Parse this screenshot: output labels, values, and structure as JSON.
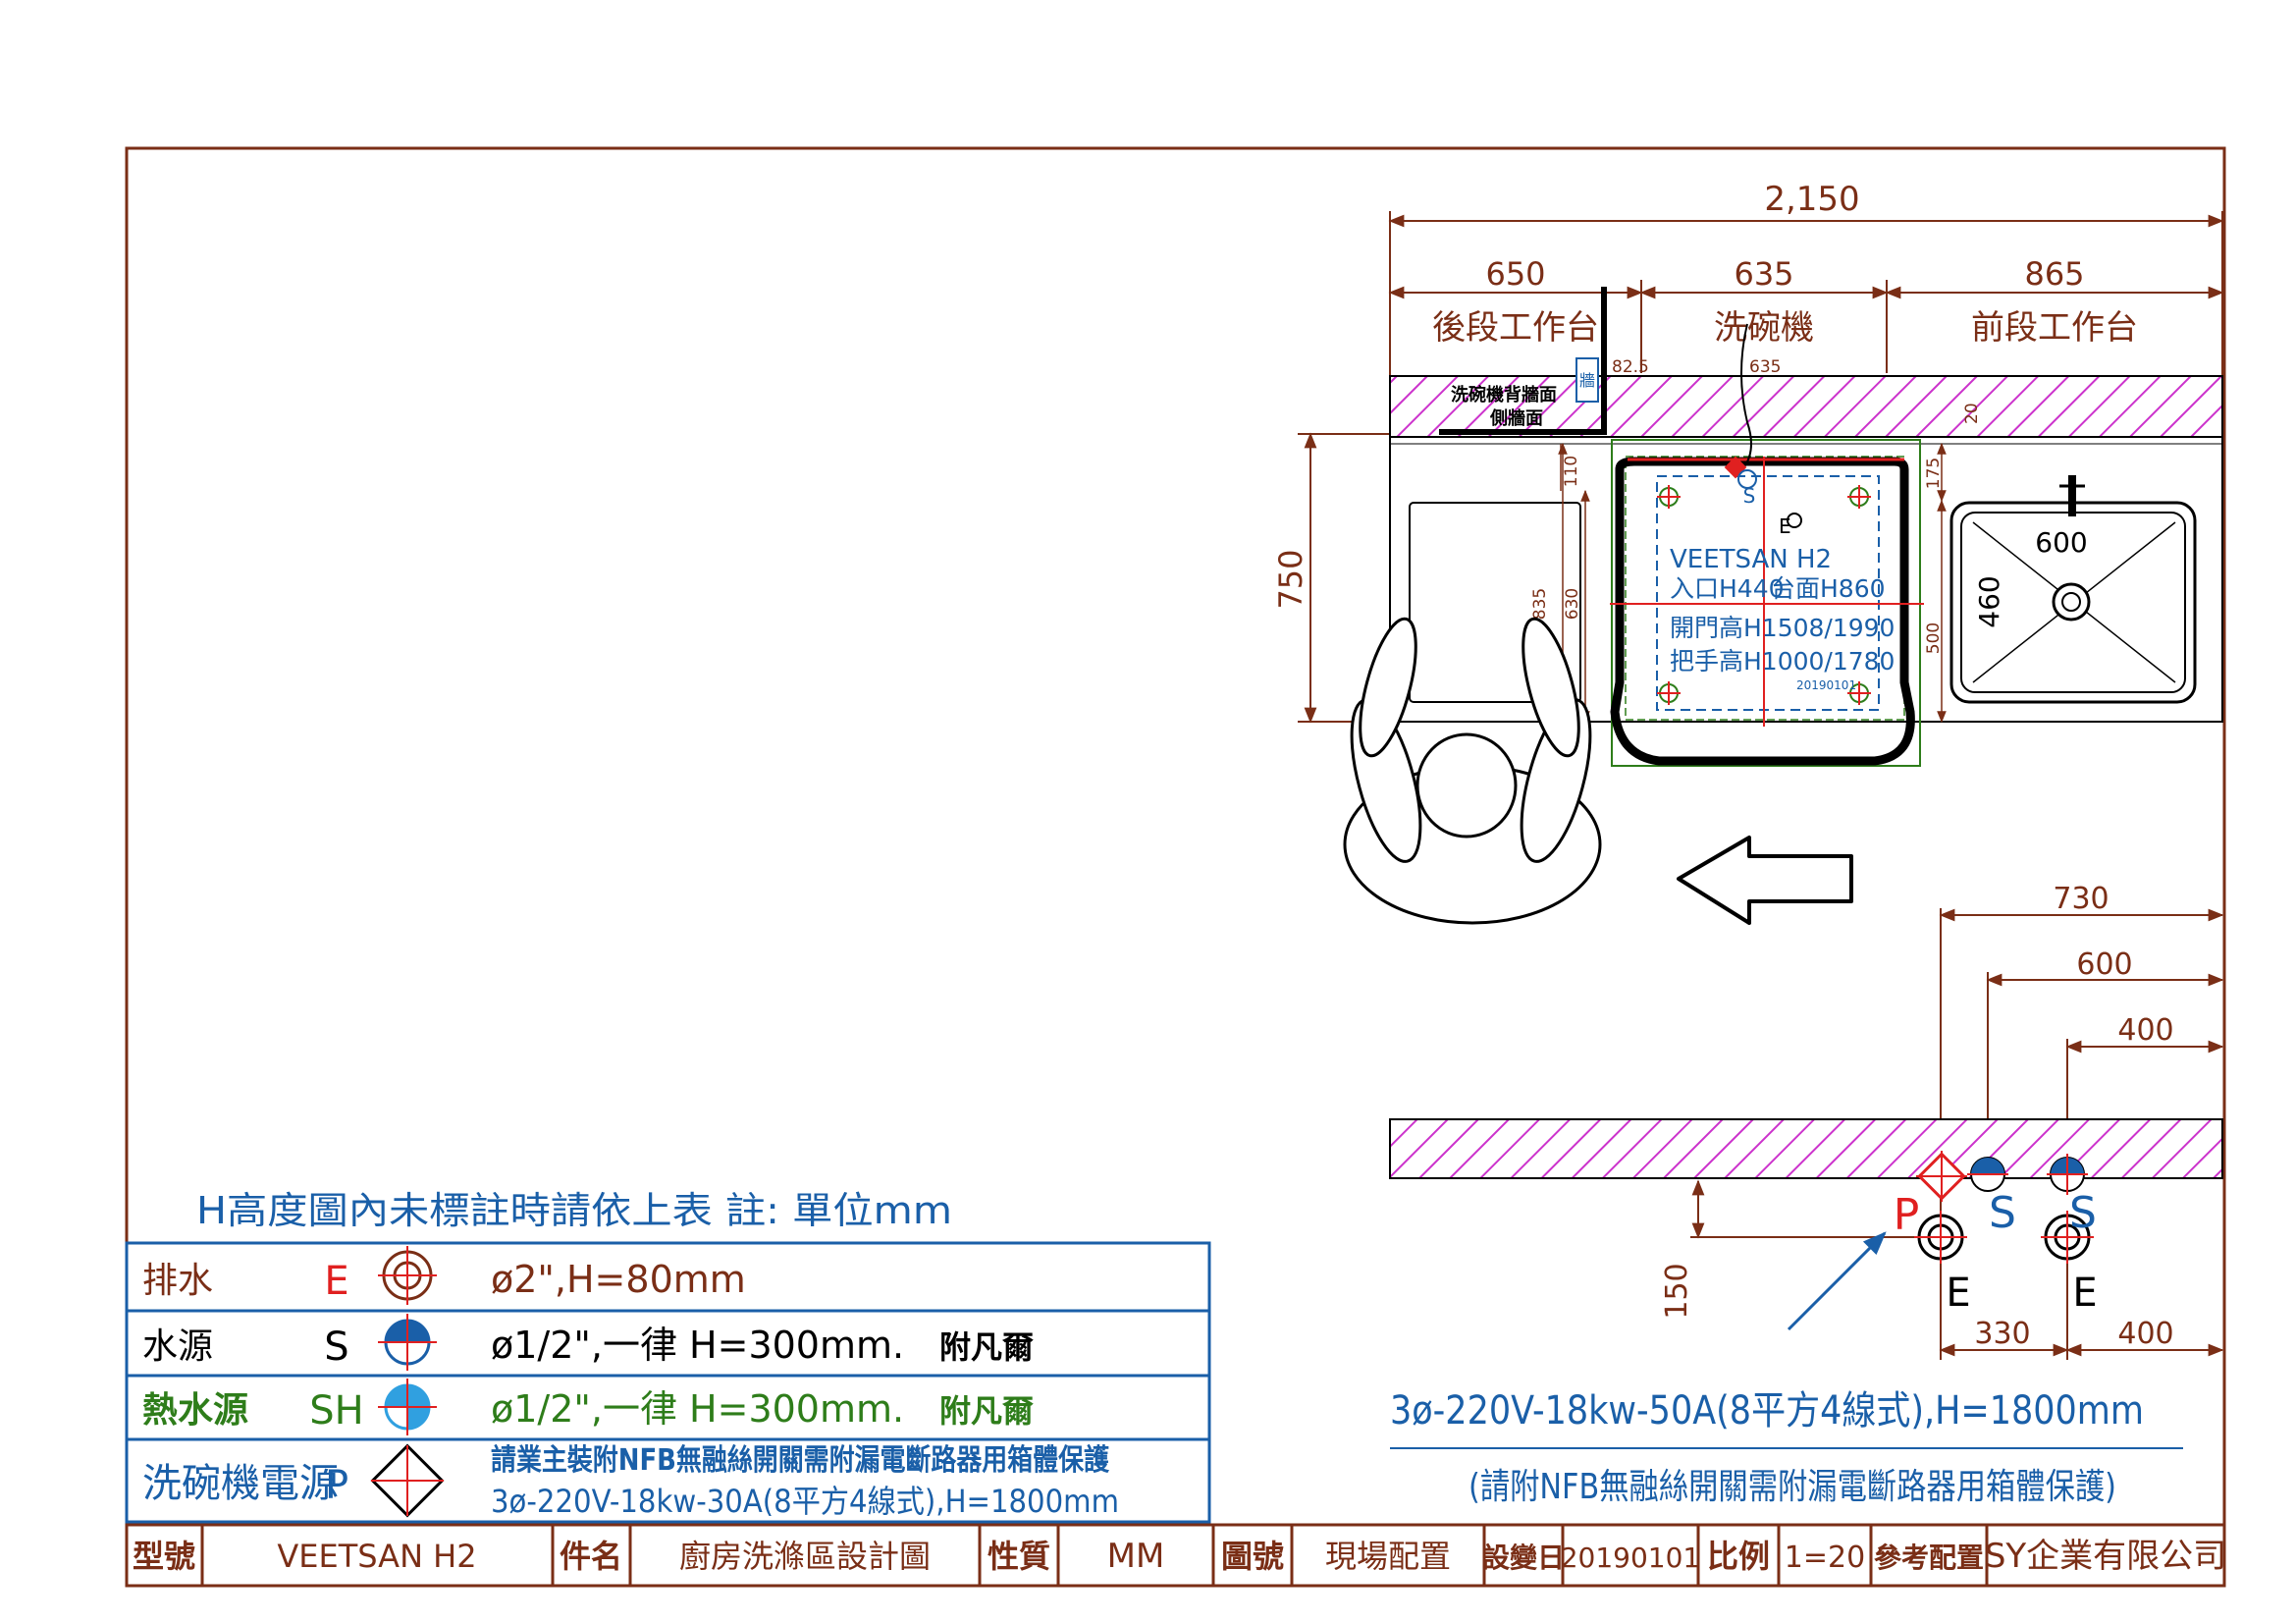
{
  "colors": {
    "frame": "#7a2e16",
    "dim": "#7a2e16",
    "hatch": "#cc33cc",
    "blue": "#1a5fa8",
    "green": "#2e7d1a",
    "red": "#e02020",
    "black": "#000000",
    "lightblue": "#30a0e0"
  },
  "dimensions": {
    "total": "2,150",
    "seg_left": "650",
    "seg_mid": "635",
    "seg_right": "865",
    "depth": "750",
    "d730": "730",
    "d600": "600",
    "d400_top": "400",
    "d330": "330",
    "d400_bot": "400",
    "d150": "150",
    "small_825": "82.5",
    "small_635": "635",
    "small_20": "20",
    "small_110": "110",
    "small_175": "175",
    "small_835": "835",
    "small_630": "630",
    "small_500": "500",
    "sink_w": "600",
    "sink_d": "460"
  },
  "zones": {
    "rear": "後段工作台",
    "mid": "洗碗機",
    "front": "前段工作台",
    "back_note_1": "洗碗機背牆面",
    "back_note_2": "側牆面",
    "wall_tag": "牆"
  },
  "machine": {
    "model": "VEETSAN  H2",
    "line1_a": "入口H440",
    "line1_b": "台面H860",
    "line2": "開門高H1508/1990",
    "line3": "把手高H1000/1780",
    "code": "20190101"
  },
  "symbols": {
    "s": "S",
    "e": "E",
    "p": "P"
  },
  "power_main": "3ø-220V-18kw-50A(8平方4線式),H=1800mm",
  "power_note": "(請附NFB無融絲開關需附漏電斷路器用箱體保護)",
  "note_header": "H高度圖內未標註時請依上表  註: 單位mm",
  "legend": [
    {
      "name": "排水",
      "code": "E",
      "spec": "ø2\",H=80mm",
      "extra": ""
    },
    {
      "name": "水源",
      "code": "S",
      "spec": "ø1/2\",一律 H=300mm.",
      "extra": "附凡爾"
    },
    {
      "name": "熱水源",
      "code": "SH",
      "spec": "ø1/2\",一律 H=300mm.",
      "extra": "附凡爾"
    },
    {
      "name": "洗碗機電源",
      "code": "P",
      "spec": "請業主裝附NFB無融絲開關需附漏電斷路器用箱體保護",
      "extra": "3ø-220V-18kw-30A(8平方4線式),H=1800mm"
    }
  ],
  "title_block": {
    "model_label": "型號",
    "model_value": "VEETSAN H2",
    "item_label": "件名",
    "item_value": "廚房洗滌區設計圖",
    "type_label": "性質",
    "type_value": "MM",
    "drawing_label": "圖號",
    "drawing_value": "現場配置",
    "date_label": "設變日",
    "date_value": "20190101",
    "scale_label": "比例",
    "scale_value": "1=20",
    "ref_label": "參考配置",
    "company": "SY企業有限公司"
  }
}
